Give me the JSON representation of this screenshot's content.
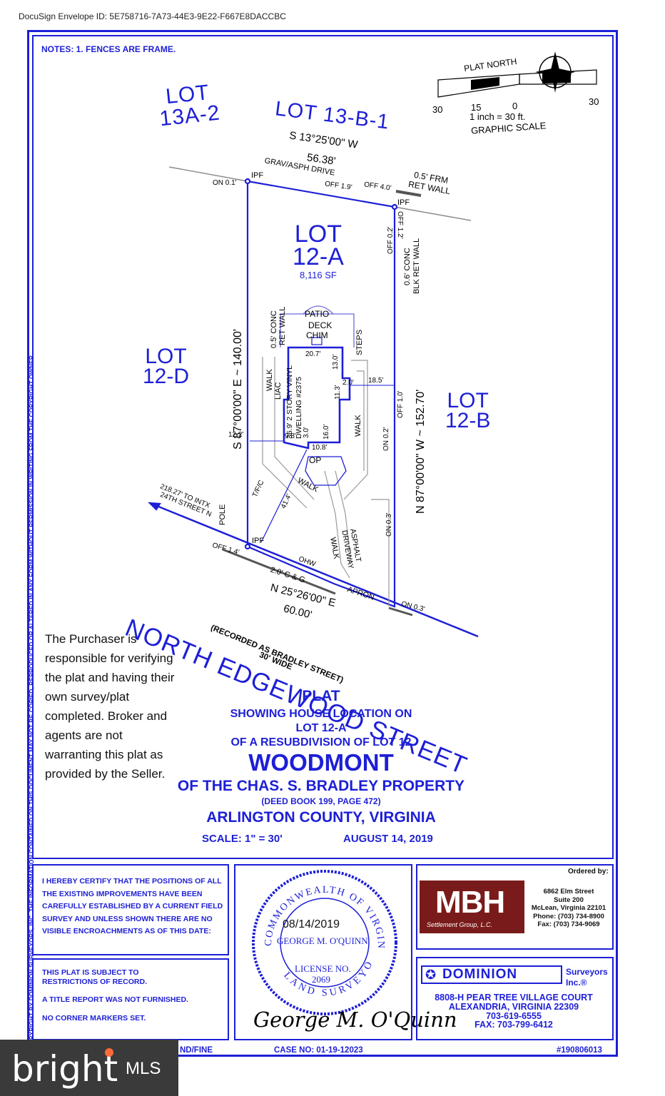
{
  "envelope_id": "DocuSign Envelope ID: 5E758716-7A73-44E3-9E22-F667E8DACCBC",
  "notes": "NOTES:  1.  FENCES ARE FRAME.",
  "scale_graphic": {
    "plat_north": "PLAT NORTH",
    "t30l": "30",
    "t15": "15",
    "t0": "0",
    "t30r": "30",
    "inch": "1 inch =   30  ft.",
    "graphic_scale": "GRAPHIC SCALE"
  },
  "lots": {
    "lot13a2_1": "LOT",
    "lot13a2_2": "13A-2",
    "lot13b1": "LOT 13-B-1",
    "lot12a_1": "LOT",
    "lot12a_2": "12-A",
    "area": "8,116 SF",
    "lot12d_1": "LOT",
    "lot12d_2": "12-D",
    "lot12b_1": "LOT",
    "lot12b_2": "12-B"
  },
  "bearings": {
    "north_b": "S 13°25'00\" W",
    "north_d": "56.38'",
    "west": "S 87°00'00\" E  ~  140.00'",
    "east": "N 87°00'00\" W  ~  152.70'",
    "south_b": "N 25°26'00\" E",
    "south_d": "60.00'"
  },
  "labels": {
    "grav": "GRAV/ASPH DRIVE",
    "ipf1": "IPF",
    "on01": "ON 0.1'",
    "off19": "OFF 1.9'",
    "off40": "OFF 4.0'",
    "frm": "0.5' FRM",
    "retwall": "RET WALL",
    "ipf2": "IPF",
    "off02": "OFF 0.2'",
    "off12": "OFF 1.2'",
    "conc": "0.6' CONC",
    "blk": "BLK RET WALL",
    "patio": "PATIO",
    "deck": "DECK",
    "chim": "CHIM",
    "steps": "STEPS",
    "conc05": "0.5' CONC",
    "retwall2": "RET WALL",
    "d207": "20.7'",
    "d130": "13.0'",
    "d185": "18.5'",
    "d20": "2.0'",
    "d113": "11.3'",
    "dwell": "36.9'  2 STORY  VINYL  DWELLING  #2375",
    "walk1": "WALK",
    "liac": "LIAC",
    "off10": "OFF 1.0'",
    "on02": "ON 0.2'",
    "walk2": "WALK",
    "d122": "12.2'",
    "d98": "9.8'",
    "d30": "3.0'",
    "d160": "16.0'",
    "d108": "10.8'",
    "op": "OP",
    "walk3": "WALK",
    "tfc": "T/F/C",
    "d414": "41.4'",
    "pole": "POLE",
    "intx": "218.27' TO INTX",
    "street24": "24TH STREET N",
    "off14": "OFF 1.4'",
    "ipf3": "IPF",
    "ohw": "OHW",
    "cg": "2.0' C & G",
    "walk4": "WALK",
    "asph": "ASPHALT DRIVEWAY",
    "apron": "APRON",
    "on03a": "ON 0.3'",
    "on03b": "ON 0.3'"
  },
  "street": {
    "name": "NORTH EDGEWOOD STREET",
    "rec": "(RECORDED AS BRADLEY STREET)",
    "wide": "30' WIDE"
  },
  "purchaser": "The Purchaser is responsible for verifying the plat and having their own survey/plat completed.  Broker and agents are not warranting this plat as  provided by the Seller.",
  "title": {
    "plat": "PLAT",
    "l1": "SHOWING HOUSE LOCATION ON",
    "l2": "LOT 12-A",
    "l3": "OF A RESUBDIVISION OF LOT 12",
    "main": "WOODMONT",
    "l4": "OF THE CHAS. S. BRADLEY PROPERTY",
    "l5": "(DEED BOOK 199, PAGE 472)",
    "l6": "ARLINGTON COUNTY, VIRGINIA",
    "scale": "SCALE:  1\" = 30'",
    "date": "AUGUST 14, 2019"
  },
  "cert": "I HEREBY CERTIFY THAT THE POSITIONS OF ALL THE EXISTING IMPROVEMENTS HAVE BEEN CAREFULLY ESTABLISHED BY A CURRENT FIELD SURVEY AND UNLESS SHOWN THERE ARE NO VISIBLE ENCROACHMENTS AS OF THIS DATE:",
  "restrict": {
    "r1": "THIS PLAT IS SUBJECT TO RESTRICTIONS OF RECORD.",
    "r2": "A TITLE REPORT WAS NOT FURNISHED.",
    "r3": "NO CORNER MARKERS SET."
  },
  "seal": {
    "ring_top": "COMMONWEALTH OF VIRGINIA",
    "ring_bottom": "LAND SURVEYOR",
    "date": "08/14/2019",
    "name": "GEORGE M. O'QUINN",
    "lic": "LICENSE NO.",
    "licno": "2069",
    "sig": "George M. O'Quinn"
  },
  "mbh": {
    "ordered": "Ordered by:",
    "logo": "MBH",
    "sub": "Settlement Group, L.C.",
    "a1": "6862 Elm Street",
    "a2": "Suite 200",
    "a3": "McLean, Virginia 22101",
    "a4": "Phone: (703) 734-8900",
    "a5": "Fax: (703) 734-9069"
  },
  "dominion": {
    "name": "DOMINION",
    "surv": "Surveyors",
    "inc": "Inc.®",
    "a1": "8808-H PEAR TREE VILLAGE COURT",
    "a2": "ALEXANDRIA, VIRGINIA 22309",
    "a3": "703-619-6555",
    "a4": "FAX: 703-799-6412"
  },
  "footer": {
    "left": "ND/FINE",
    "case": "CASE NO: 01-19-12023",
    "num": "#190806013"
  },
  "sidebar": "COPYRIGHT BY DOMINION SURVEYORS, INC. THE INFORMATION CONTAINED ON THIS DOCUMENT MAY NOT BE COPIED, REPRODUCED OR ALTERED IN ANY FORM WITHOUT PERMISSION IN WRITING FROM THE COPYRIGHT OWNER.",
  "watermark": {
    "brand": "bright",
    "mls": "MLS"
  },
  "colors": {
    "ink": "#1d1fd6",
    "mbh_red": "#7a1b1b"
  }
}
